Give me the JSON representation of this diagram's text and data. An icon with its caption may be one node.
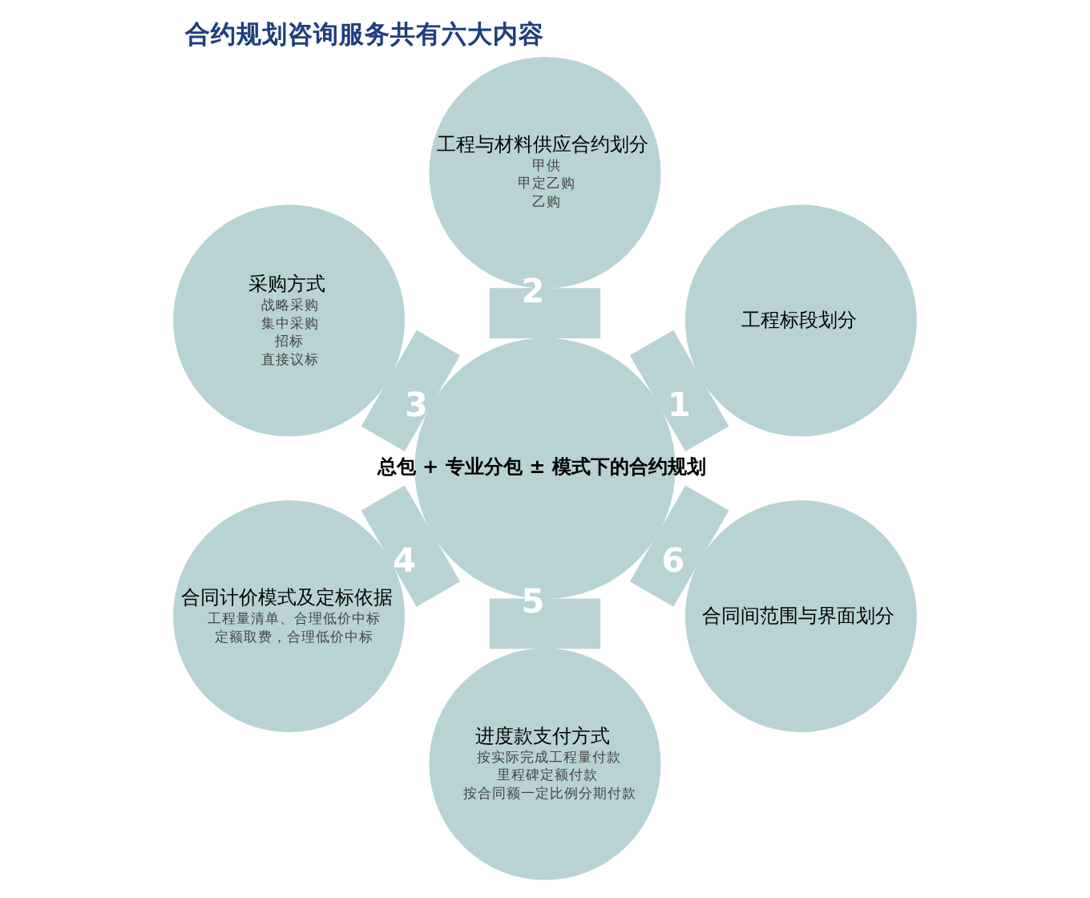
{
  "diagram": {
    "title": "合约规划咨询服务共有六大内容",
    "nodes": [
      {
        "text": [
          "总包 + 专业分包 ± 模式下的合约规划"
        ]
      },
      {
        "text": [
          "工程标段划分"
        ]
      },
      {
        "text": [
          "工程与材料供应合约划分",
          "甲供",
          "甲定乙购",
          "乙购"
        ]
      },
      {
        "text": [
          "采购方式",
          "战略采购",
          "集中采购",
          "招标",
          "直接议标"
        ]
      },
      {
        "text": [
          "合同计价模式及定标依据",
          "工程量清单、合理低价中标",
          "定额取费，合理低价中标"
        ]
      },
      {
        "text": [
          "进度款支付方式",
          "按实际完成工程量付款",
          "里程碑定额付款",
          "按合同额一定比例分期付款"
        ]
      },
      {
        "text": [
          "合同间范围与界面划分"
        ]
      }
    ],
    "edges": [
      {
        "from": 0,
        "to": 1,
        "arrow": "none",
        "label": "1"
      },
      {
        "from": 0,
        "to": 2,
        "arrow": "none",
        "label": "2"
      },
      {
        "from": 0,
        "to": 3,
        "arrow": "none",
        "label": "3"
      },
      {
        "from": 0,
        "to": 4,
        "arrow": "none",
        "label": "4"
      },
      {
        "from": 0,
        "to": 5,
        "arrow": "none",
        "label": "5"
      },
      {
        "from": 0,
        "to": 6,
        "arrow": "none",
        "label": "6"
      }
    ]
  }
}
